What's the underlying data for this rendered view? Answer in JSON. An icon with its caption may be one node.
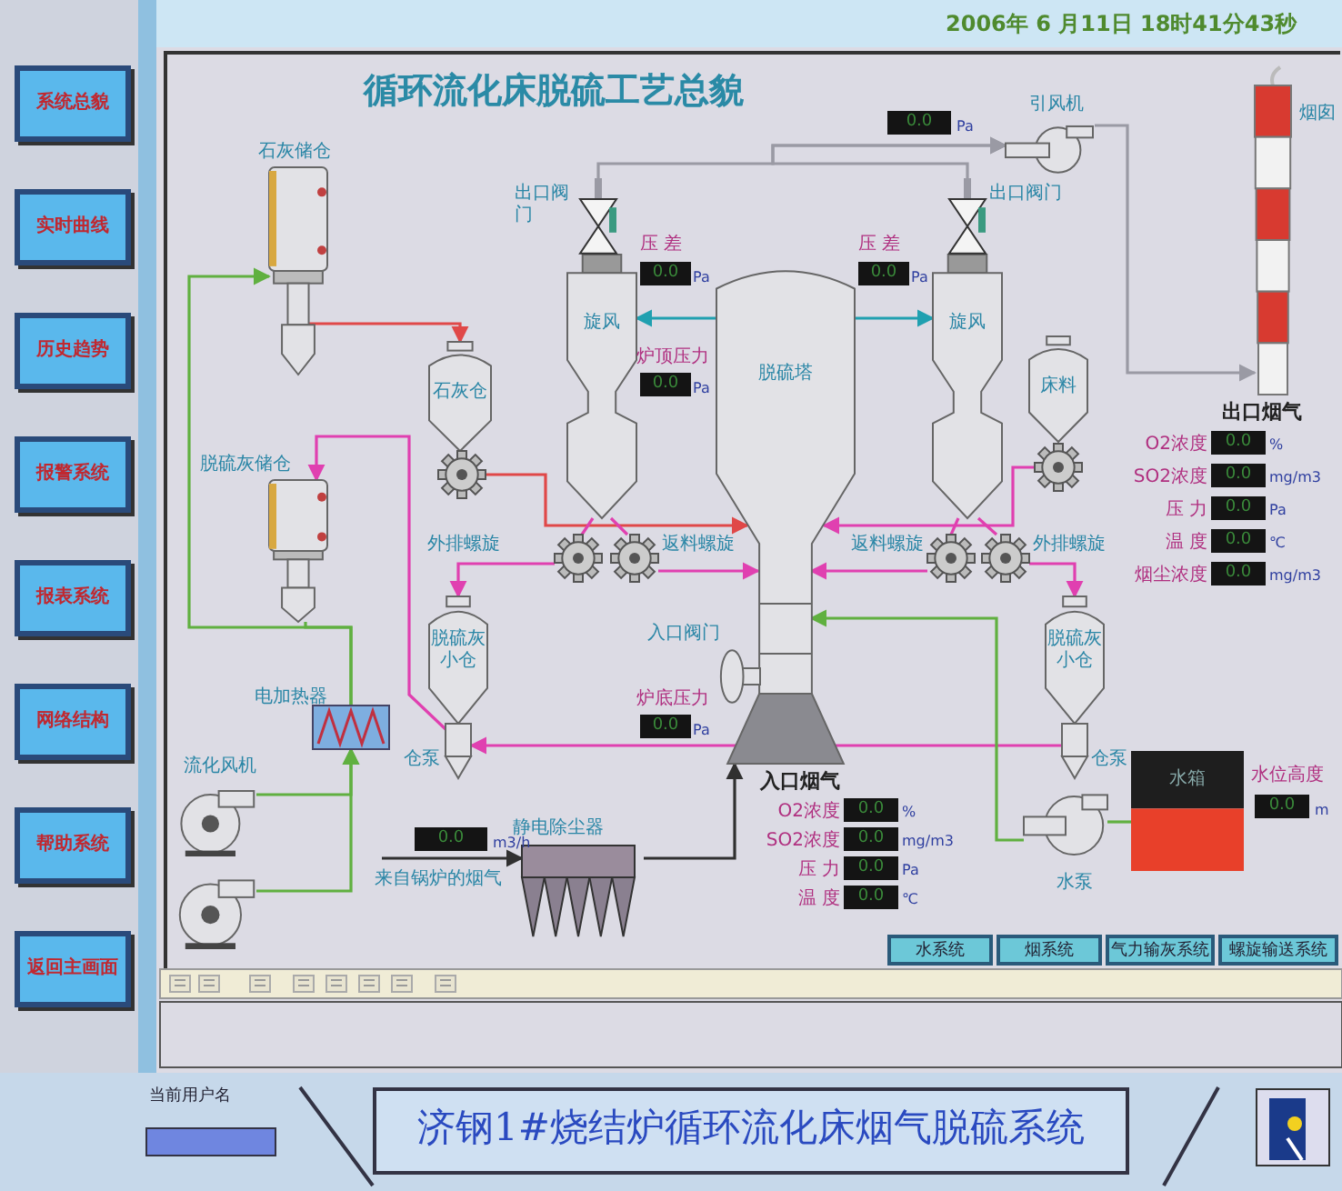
{
  "diagram": {
    "title": "循环流化床脱硫工艺总貌",
    "nodes": [
      {
        "text": [
          "石灰储仓"
        ]
      },
      {
        "text": [
          "脱硫灰储仓"
        ]
      },
      {
        "text": [
          "石灰仓"
        ]
      },
      {
        "text": [
          "旋风"
        ]
      },
      {
        "text": [
          "脱硫塔"
        ]
      },
      {
        "text": [
          "旋风"
        ]
      },
      {
        "text": [
          "床料"
        ]
      },
      {
        "text": [
          "引风机"
        ]
      },
      {
        "text": [
          "烟囱"
        ]
      },
      {
        "text": [
          "出口阀门"
        ]
      },
      {
        "text": [
          "出口阀门"
        ]
      },
      {
        "text": [
          "脱硫灰小仓"
        ]
      },
      {
        "text": [
          "仓泵"
        ]
      },
      {
        "text": [
          "脱硫灰小仓"
        ]
      },
      {
        "text": [
          "仓泵"
        ]
      },
      {
        "text": [
          "电加热器"
        ]
      },
      {
        "text": [
          "流化风机"
        ]
      },
      {
        "text": [],
        "shape": "picture"
      },
      {
        "text": [
          "静电除尘器"
        ]
      },
      {
        "text": [
          "入口阀门"
        ]
      },
      {
        "text": [
          "水泵"
        ]
      },
      {
        "text": [
          "水箱"
        ]
      },
      {
        "text": [],
        "shape": "gear"
      },
      {
        "text": [
          "外排螺旋"
        ]
      },
      {
        "text": [
          "返料螺旋"
        ]
      },
      {
        "text": [
          "返料螺旋"
        ]
      },
      {
        "text": [
          "外排螺旋"
        ]
      },
      {
        "text": [],
        "shape": "gear"
      }
    ],
    "edges": [
      {
        "from": 0,
        "to": 2,
        "arrow": "to",
        "color": "#e04848"
      },
      {
        "from": 22,
        "to": 4,
        "arrow": "to",
        "color": "#e04848"
      },
      {
        "from": 27,
        "to": 4,
        "arrow": "to"
      },
      {
        "from": 4,
        "to": 3,
        "arrow": "to",
        "color": "#20a0b0"
      },
      {
        "from": 4,
        "to": 5,
        "arrow": "to",
        "color": "#20a0b0"
      },
      {
        "from": 3,
        "to": 23,
        "arrow": "none"
      },
      {
        "from": 3,
        "to": 24,
        "arrow": "none"
      },
      {
        "from": 24,
        "to": 4,
        "arrow": "to"
      },
      {
        "from": 25,
        "to": 4,
        "arrow": "to"
      },
      {
        "from": 5,
        "to": 25,
        "arrow": "none"
      },
      {
        "from": 5,
        "to": 26,
        "arrow": "none"
      },
      {
        "from": 23,
        "to": 11,
        "arrow": "to"
      },
      {
        "from": 26,
        "to": 13,
        "arrow": "to"
      },
      {
        "from": 12,
        "to": 1,
        "arrow": "to"
      },
      {
        "from": 14,
        "to": 12,
        "arrow": "to"
      },
      {
        "from": 16,
        "to": 15,
        "arrow": "to",
        "color": "#60b040"
      },
      {
        "from": 17,
        "to": 15,
        "arrow": "to",
        "color": "#60b040"
      },
      {
        "from": 15,
        "to": 0,
        "arrow": "to",
        "color": "#60b040"
      },
      {
        "from": 15,
        "to": 1,
        "arrow": "none",
        "color": "#60b040"
      },
      {
        "from": 20,
        "to": 4,
        "arrow": "to",
        "color": "#60b040"
      },
      {
        "from": 21,
        "to": 20,
        "arrow": "none",
        "color": "#60b040"
      },
      {
        "from": 18,
        "to": 4,
        "arrow": "to",
        "color": "#303030"
      },
      {
        "from": null,
        "to": 18,
        "arrow": "to",
        "color": "#303030",
        "label": "来自锅炉的烟气"
      },
      {
        "from": 9,
        "to": 7,
        "arrow": "to",
        "color": "#9a9aa4"
      },
      {
        "from": 10,
        "to": 7,
        "arrow": "to",
        "color": "#9a9aa4"
      },
      {
        "from": 7,
        "to": 8,
        "arrow": "to",
        "color": "#9a9aa4"
      }
    ],
    "labels": [
      "2006年 6 月11日 18时41分43秒",
      "系统总貌",
      "实时曲线",
      "历史趋势",
      "报警系统",
      "报表系统",
      "网络结构",
      "帮助系统",
      "返回主画面",
      "压 差",
      "0.0",
      "Pa",
      "压 差",
      "0.0",
      "Pa",
      "炉顶压力",
      "0.0",
      "Pa",
      "炉底压力",
      "0.0",
      "Pa",
      "0.0",
      "Pa",
      "出口烟气",
      "O2浓度",
      "0.0",
      "%",
      "SO2浓度",
      "0.0",
      "mg/m3",
      "压 力",
      "0.0",
      "Pa",
      "温 度",
      "0.0",
      "℃",
      "烟尘浓度",
      "0.0",
      "mg/m3",
      "入口烟气",
      "O2浓度",
      "0.0",
      "%",
      "SO2浓度",
      "0.0",
      "mg/m3",
      "压 力",
      "0.0",
      "Pa",
      "温 度",
      "0.0",
      "℃",
      "0.0",
      "m3/h",
      "水位高度",
      "0.0",
      "m",
      "水系统",
      "烟系统",
      "气力输灰系统",
      "螺旋输送系统",
      "当前用户名",
      "济钢1#烧结炉循环流化床烟气脱硫系统"
    ]
  }
}
